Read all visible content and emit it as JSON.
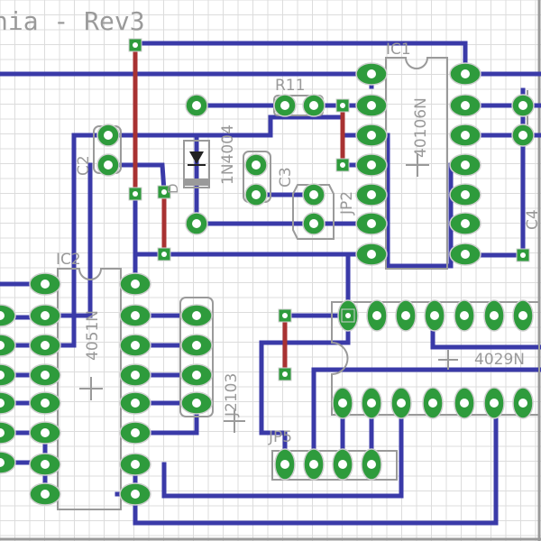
{
  "board": {
    "title": "nia - Rev3",
    "colors": {
      "background": "#ffffff",
      "grid": "#dcdcdc",
      "trace_bottom": "#3a3aa8",
      "trace_top": "#a83232",
      "pad": "#2e9b3c",
      "silk": "#9a9a9a",
      "via": "#2e9b3c"
    }
  },
  "labels": {
    "r11": "R11",
    "d_part": "1N4004",
    "c2": "C2",
    "c3": "C3",
    "c4": "C4",
    "jp2": "JP2",
    "jp5": "JP5",
    "ic1": "IC1",
    "ic1_part": "40106N",
    "ic2": "IC2",
    "ic2_part": "4051N",
    "j2103": "J2103",
    "u4029": "4029N",
    "d_small": "D"
  }
}
